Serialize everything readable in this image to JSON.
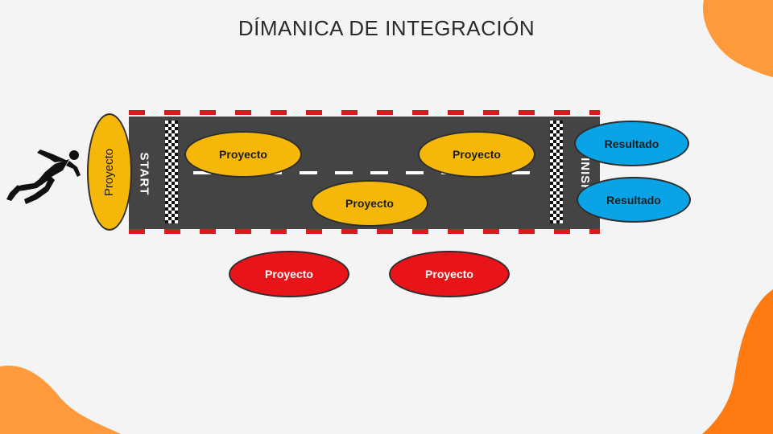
{
  "title": "DÍMANICA DE INTEGRACIÓN",
  "track": {
    "start_label": "START",
    "finish_label": "FINISH"
  },
  "nodes": {
    "start_project": "Proyecto",
    "track_project_1": "Proyecto",
    "track_project_2": "Proyecto",
    "track_project_3": "Proyecto",
    "outside_project_1": "Proyecto",
    "outside_project_2": "Proyecto",
    "result_1": "Resultado",
    "result_2": "Resultado"
  },
  "colors": {
    "project_yellow": "#f5b80a",
    "project_red": "#e8141a",
    "result_blue": "#0aa3e6",
    "track": "#444444",
    "accent_orange": "#ff8a1f"
  },
  "icons": {
    "runner": "sprinting-runner-icon"
  }
}
